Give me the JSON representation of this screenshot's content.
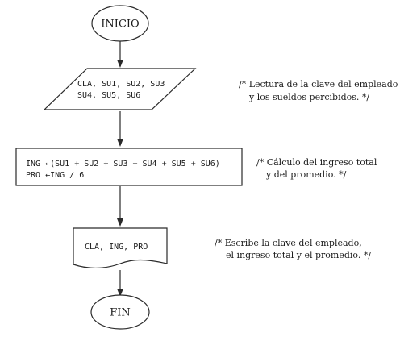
{
  "start": {
    "label": "INICIO"
  },
  "input": {
    "line1": "CLA, SU1, SU2, SU3",
    "line2": "SU4, SU5, SU6"
  },
  "process": {
    "line1": "ING ←(SU1 + SU2 + SU3 + SU4 + SU5 + SU6)",
    "line2": "PRO ←ING / 6"
  },
  "output": {
    "line1": "CLA, ING, PRO"
  },
  "end": {
    "label": "FIN"
  },
  "comments": {
    "c1": {
      "line1": "/*  Lectura de la clave del empleado",
      "line2": "y  los sueldos percibidos.  */"
    },
    "c2": {
      "line1": "/*  Cálculo del ingreso total",
      "line2": "y del promedio.  */"
    },
    "c3": {
      "line1": "/*  Escribe la clave del empleado,",
      "line2": "el ingreso total y el promedio.  */"
    }
  }
}
